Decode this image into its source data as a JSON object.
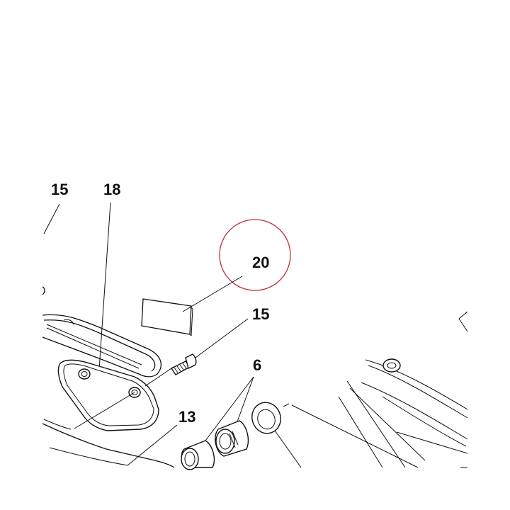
{
  "labels": {
    "top_left_15": "15",
    "cover_18": "18",
    "plate_20": "20",
    "bolt_15": "15",
    "bearings_6": "6",
    "part_13": "13"
  },
  "colors": {
    "ink": "#111111",
    "highlight_circle": "#c0303a",
    "label_20_fill": "#f4f4f4"
  }
}
